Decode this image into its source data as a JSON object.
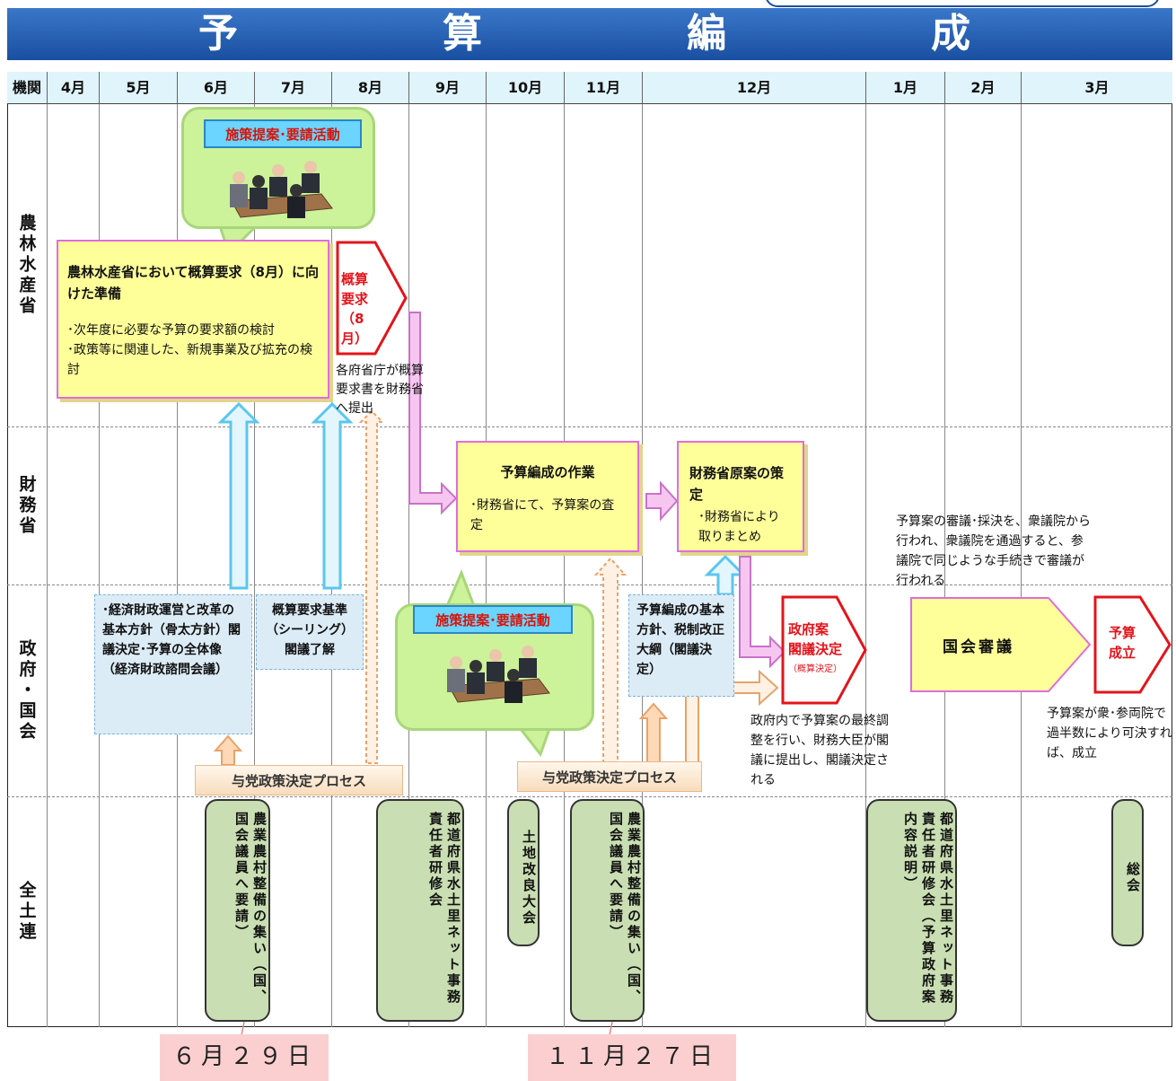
{
  "title": "予　算　編　成　の　流　れ",
  "header": {
    "months": [
      "機関",
      "4月",
      "5月",
      "6月",
      "7月",
      "8月",
      "9月",
      "10月",
      "11月",
      "12月",
      "1月",
      "2月",
      "3月"
    ]
  },
  "rows": {
    "maff": "農林水産省",
    "mof": "財務省",
    "gov": "政府・国会",
    "zendoren": "全土連"
  },
  "maff": {
    "bubble_label": "施策提案･要請活動",
    "prep_title": "農林水産省において概算要求（8月）に向けた準備",
    "prep_items": [
      "･次年度に必要な予算の要求額の検討",
      "･政策等に関連した、新規事業及び拡充の検討"
    ],
    "request_arrow": "概算要求（8月）",
    "request_note": "各府省庁が概算要求書を財務省へ提出"
  },
  "mof": {
    "work_title": "予算編成の作業",
    "work_body": "･財務省にて、予算案の査定",
    "draft_title": "財務省原案の策定",
    "draft_body": "･財務省により取りまとめ",
    "diet_note": "予算案の審議･採決を、衆議院から行われ、衆議院を通過すると、参議院で同じような手続きで審議が行われる"
  },
  "gov": {
    "policy_box": "･経済財政運営と改革の基本方針（骨太方針）閣議決定･予算の全体像（経済財政諮問会議）",
    "ceiling_box": "概算要求基準（シーリング）閣議了解",
    "bubble_label": "施策提案･要請活動",
    "tax_box": "予算編成の基本方針、税制改正大綱（閣議決定）",
    "cabinet_arrow_l1": "政府案",
    "cabinet_arrow_l2": "閣議決定",
    "cabinet_arrow_sub": "（概算決定）",
    "cabinet_note": "政府内で予算案の最終調整を行い、財務大臣が閣議に提出し、閣議決定される",
    "diet_arrow": "国会審議",
    "passed_arrow": "予算成立",
    "passed_note": "予算案が衆･参両院で過半数により可決すれば、成立",
    "process1": "与党政策決定プロセス",
    "process2": "与党政策決定プロセス"
  },
  "zendoren": {
    "box1": "農業農村整備の集い（国、国会議員へ要請）",
    "box2": "都道府県水土里ネット事務責任者研修会",
    "box3": "土地改良大会",
    "box4": "農業農村整備の集い（国、国会議員へ要請）",
    "box5": "都道府県水土里ネット事務責任者研修会（予算政府案内容説明）",
    "box6": "総会"
  },
  "dates": {
    "date1": "６月２９日",
    "date2": "１１月２７日"
  }
}
